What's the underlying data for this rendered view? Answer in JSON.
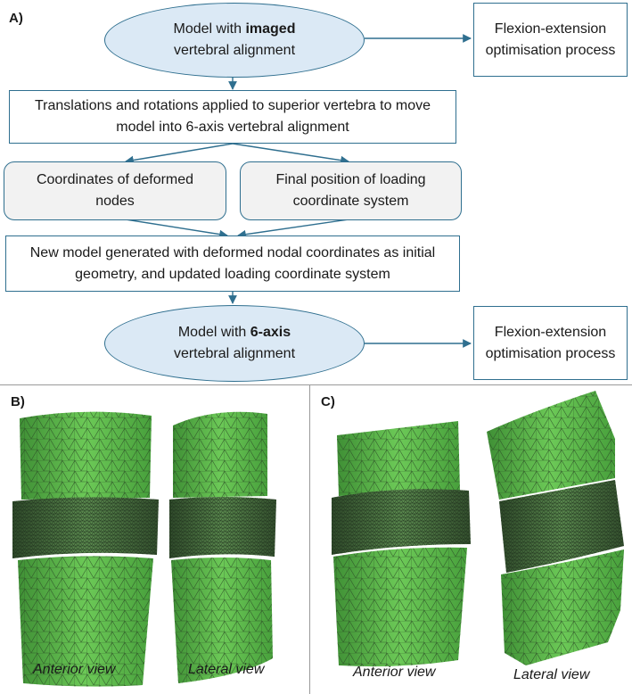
{
  "panel_a": {
    "label": "A)",
    "ellipse_top": {
      "line1_prefix": "Model with ",
      "line1_bold": "imaged",
      "line2": "vertebral alignment"
    },
    "box_flexion_top": {
      "text": "Flexion-extension optimisation process"
    },
    "box_translations": {
      "text": "Translations and rotations applied to superior vertebra to move model into 6-axis vertebral alignment"
    },
    "box_coordinates": {
      "text": "Coordinates of deformed nodes"
    },
    "box_final_position": {
      "text": "Final position of loading coordinate system"
    },
    "box_new_model": {
      "text": "New model generated with deformed nodal coordinates as initial geometry, and updated loading coordinate system"
    },
    "ellipse_bottom": {
      "line1_prefix": "Model with ",
      "line1_bold": "6-axis",
      "line2": "vertebral alignment"
    },
    "box_flexion_bottom": {
      "text": "Flexion-extension optimisation process"
    }
  },
  "panel_b": {
    "label": "B)",
    "caption_anterior": "Anterior view",
    "caption_lateral": "Lateral view"
  },
  "panel_c": {
    "label": "C)",
    "caption_anterior": "Anterior view",
    "caption_lateral": "Lateral view"
  },
  "colors": {
    "connector": "#2f6f8f",
    "ellipse_fill": "#dbe9f5",
    "rbox_fill": "#f2f2f2",
    "mesh_green": "#5fbf4a",
    "mesh_dark": "#2c4a28"
  }
}
